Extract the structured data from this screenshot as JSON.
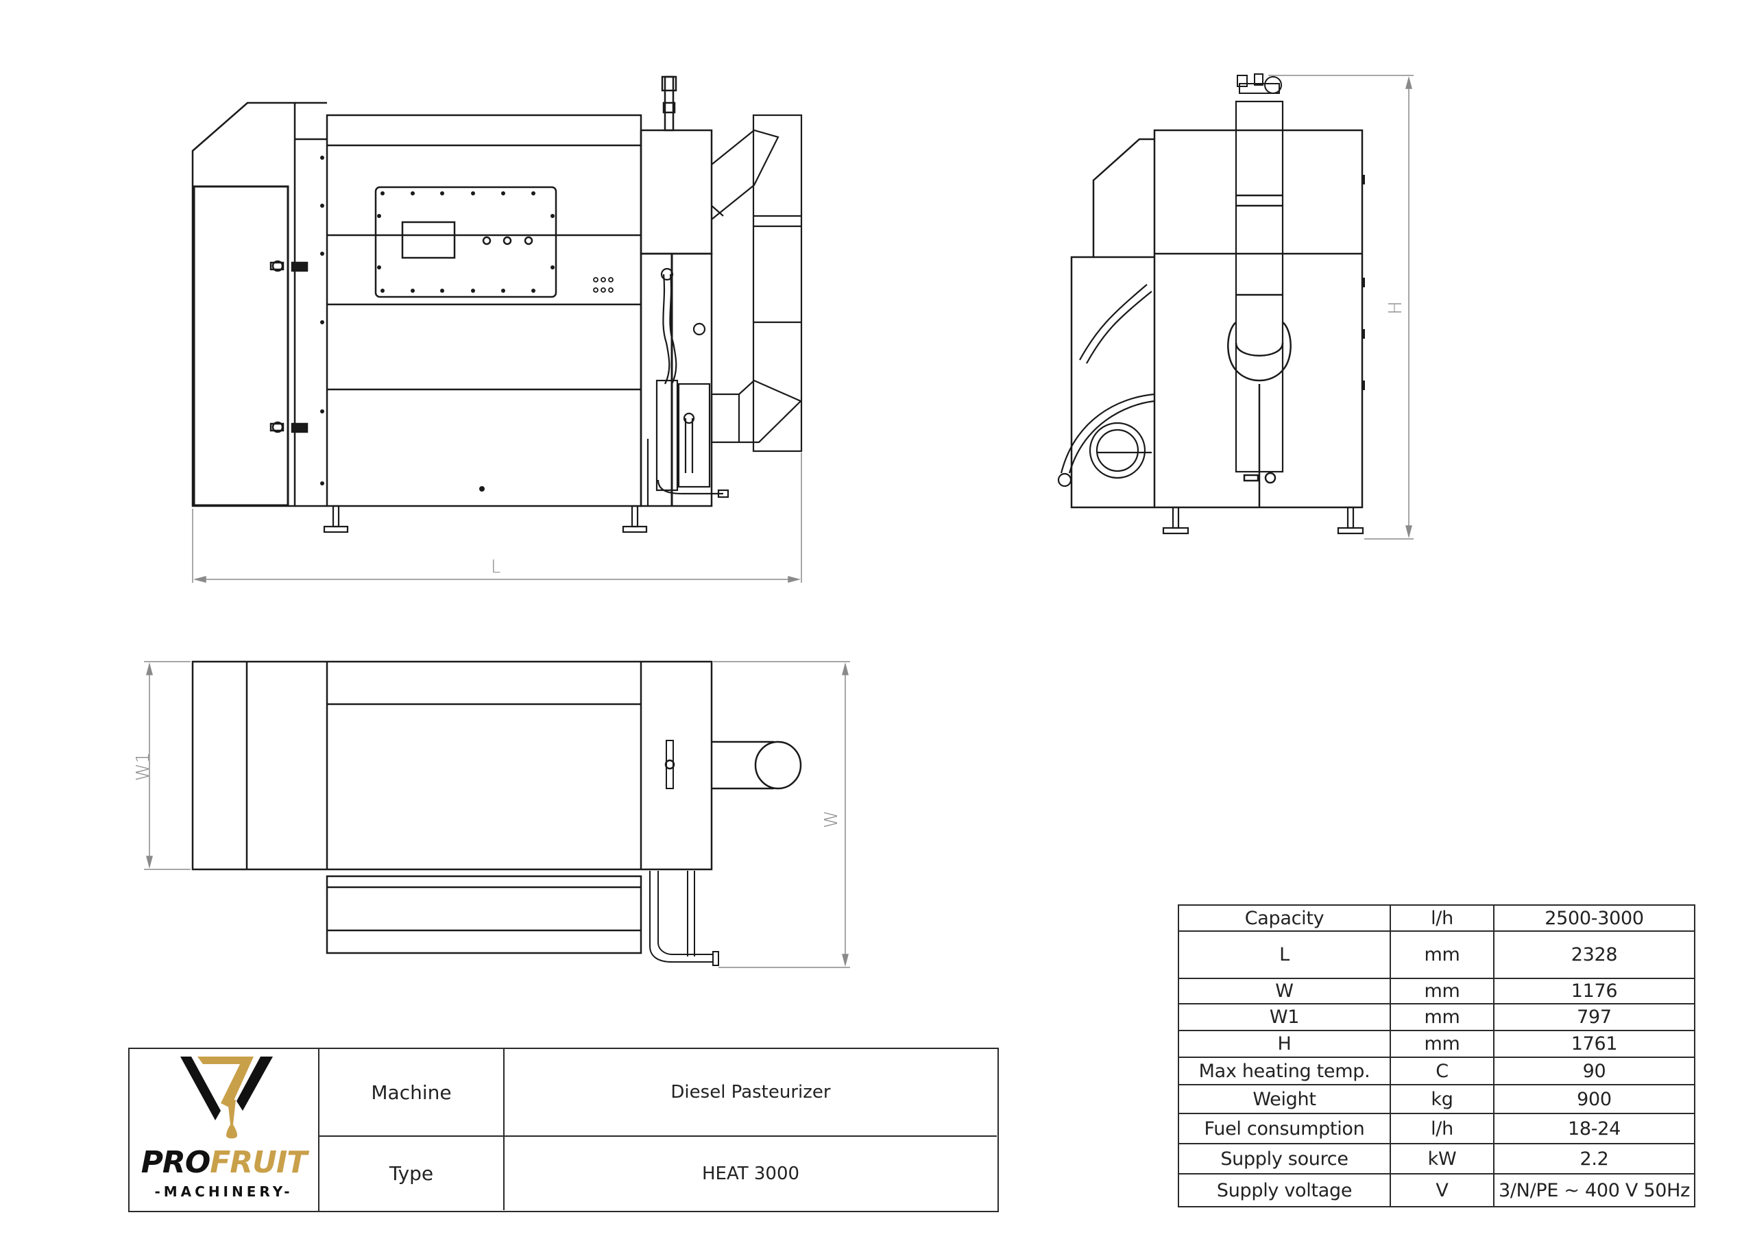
{
  "drawing": {
    "dimension_labels": {
      "front_length": "L",
      "side_height": "H",
      "top_width_w1": "W1",
      "top_width_w": "W"
    },
    "views": [
      "front-view",
      "side-view",
      "top-view"
    ]
  },
  "title_block": {
    "logo": {
      "word_dark": "PRO",
      "word_gold": "FRUIT",
      "subtitle": "-MACHINERY-",
      "colors": {
        "dark": "#111111",
        "gold": "#C9A04A"
      }
    },
    "rows": [
      {
        "label": "Machine",
        "value": "Diesel Pasteurizer"
      },
      {
        "label": "Type",
        "value": "HEAT 3000"
      }
    ]
  },
  "spec_table": {
    "rows": [
      {
        "parameter": "Capacity",
        "unit": "l/h",
        "value": "2500-3000"
      },
      {
        "parameter": "L",
        "unit": "mm",
        "value": "2328"
      },
      {
        "parameter": "W",
        "unit": "mm",
        "value": "1176"
      },
      {
        "parameter": "W1",
        "unit": "mm",
        "value": "797"
      },
      {
        "parameter": "H",
        "unit": "mm",
        "value": "1761"
      },
      {
        "parameter": "Max heating temp.",
        "unit": "C",
        "value": "90"
      },
      {
        "parameter": "Weight",
        "unit": "kg",
        "value": "900"
      },
      {
        "parameter": "Fuel consumption",
        "unit": "l/h",
        "value": "18-24"
      },
      {
        "parameter": "Supply source",
        "unit": "kW",
        "value": "2.2"
      },
      {
        "parameter": "Supply voltage",
        "unit": "V",
        "value": "3/N/PE ~ 400 V 50Hz"
      }
    ]
  }
}
